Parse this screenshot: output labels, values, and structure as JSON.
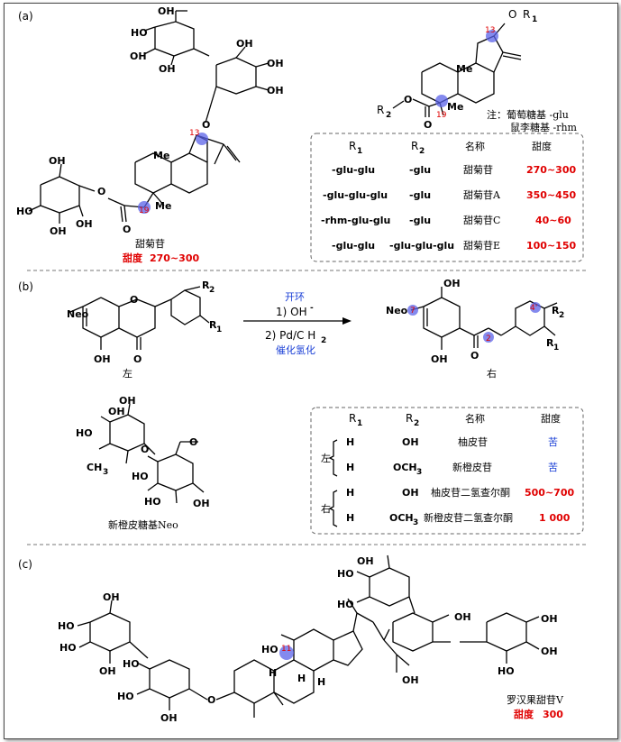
{
  "panels": {
    "a": {
      "label": "(a)",
      "compound": "甜菊苷",
      "sweetness_prefix": "甜度",
      "sweetness_value": "270~300",
      "pos13": "13",
      "pos19": "19",
      "struct_labels": {
        "or1": "O",
        "r1": "R",
        "r1_sub": "1",
        "r2o": "R",
        "r2_sub": "2",
        "o_ester": "O",
        "o_carbonyl": "O",
        "me1": "Me",
        "me2": "Me"
      },
      "note_line1": "注：葡萄糖基 -glu",
      "note_line2": "鼠李糖基 -rhm",
      "table_header": [
        "R",
        "R",
        "名称",
        "甜度"
      ],
      "table_header_subs": [
        "1",
        "2"
      ],
      "table_rows": [
        {
          "r1": "-glu-glu",
          "r2": "-glu",
          "name": "甜菊苷",
          "sweet": "270~300"
        },
        {
          "r1": "-glu-glu-glu",
          "r2": "-glu",
          "name": "甜菊苷A",
          "sweet": "350~450"
        },
        {
          "r1": "-rhm-glu-glu",
          "r2": "-glu",
          "name": "甜菊苷C",
          "sweet": "40~60"
        },
        {
          "r1": "-glu-glu",
          "r2": "-glu-glu-glu",
          "name": "甜菊苷E",
          "sweet": "100~150"
        }
      ]
    },
    "b": {
      "label": "(b)",
      "arrow_top": "开环",
      "step1": "1) OH",
      "step1_sup": "-",
      "step2": "2) Pd/C H",
      "step2_sub": "2",
      "step2_note": "催化氢化",
      "left_caption": "左",
      "right_caption": "右",
      "neo_caption": "新橙皮糖基Neo",
      "pos7": "7",
      "pos4": "4'",
      "pos2": "2",
      "struct_labels": {
        "neo": "Neo",
        "oh": "OH",
        "o": "O",
        "r1": "R",
        "r2": "R",
        "sub1": "1",
        "sub2": "2",
        "ho": "HO",
        "ch3": "CH",
        "ch3_sub": "3"
      },
      "table_header": [
        "R",
        "R",
        "名称",
        "甜度"
      ],
      "table_header_subs": [
        "1",
        "2"
      ],
      "group_left": "左",
      "group_right": "右",
      "table_rows": [
        {
          "r1": "H",
          "r2": "OH",
          "name": "柚皮苷",
          "sweet": "苦",
          "sweet_color": "blue"
        },
        {
          "r1": "H",
          "r2": "OCH",
          "r2_sub": "3",
          "name": "新橙皮苷",
          "sweet": "苦",
          "sweet_color": "blue"
        },
        {
          "r1": "H",
          "r2": "OH",
          "name": "柚皮苷二氢查尔酮",
          "sweet": "500~700",
          "sweet_color": "red"
        },
        {
          "r1": "H",
          "r2": "OCH",
          "r2_sub": "3",
          "name": "新橙皮苷二氢查尔酮",
          "sweet": "1 000",
          "sweet_color": "red"
        }
      ]
    },
    "c": {
      "label": "(c)",
      "compound": "罗汉果甜苷V",
      "sweetness_prefix": "甜度",
      "sweetness_value": "300",
      "pos11": "11",
      "struct_labels": {
        "oh": "OH",
        "ho": "HO",
        "o": "O",
        "h": "H"
      }
    }
  },
  "colors": {
    "red": "#e00000",
    "blue": "#1a3fd6",
    "highlight": "#5b63e8"
  }
}
